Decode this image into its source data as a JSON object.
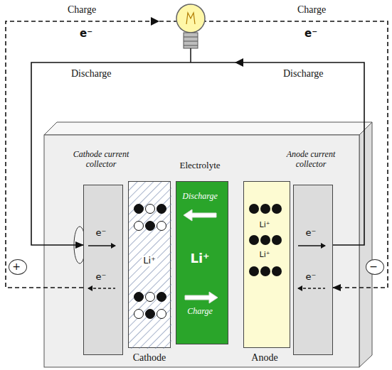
{
  "diagram": {
    "nodes": [
      {
        "text": [
          "Cathode current collector",
          "e⁻",
          "e⁻"
        ]
      },
      {
        "text": [
          "Li⁺",
          "Cathode"
        ]
      },
      {
        "text": [
          "Electrolyte",
          "Discharge",
          "Li⁺",
          "Charge"
        ]
      },
      {
        "text": [
          "Li⁺",
          "Li⁺",
          "Anode"
        ]
      },
      {
        "text": [
          "Anode current collector",
          "e⁻",
          "e⁻"
        ]
      },
      {
        "text": [
          "+"
        ]
      },
      {
        "text": [
          "−"
        ]
      }
    ],
    "edges": [
      {
        "from": 4,
        "to": 0,
        "arrow": "to"
      },
      {
        "from": 0,
        "to": 4,
        "arrow": "to"
      }
    ],
    "labels": [
      "Charge",
      "Charge",
      "e⁻",
      "e⁻",
      "Discharge",
      "Discharge"
    ]
  }
}
